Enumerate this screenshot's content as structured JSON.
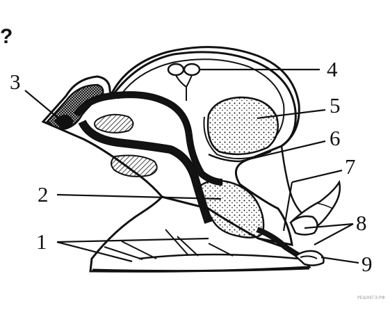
{
  "question_mark": "?",
  "labels": {
    "l1": "1",
    "l2": "2",
    "l3": "3",
    "l4": "4",
    "l5": "5",
    "l6": "6",
    "l7": "7",
    "l8": "8",
    "l9": "9"
  },
  "watermark": "РЕШУЕГЭ.РФ",
  "colors": {
    "ink": "#111111",
    "paper": "#ffffff",
    "watermark": "#9a9a9a"
  }
}
